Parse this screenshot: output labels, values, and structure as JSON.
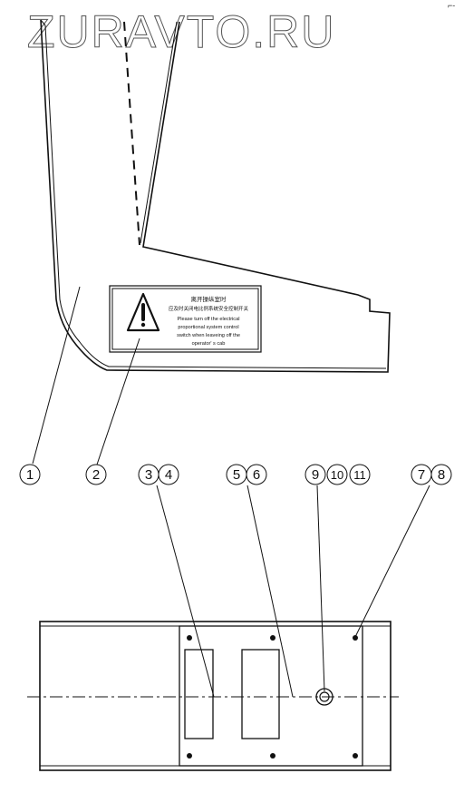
{
  "watermark": "ZURAVTO.RU",
  "corner_mark": "⌐-",
  "warning_label": {
    "chinese_line_1": "离开操纵室时",
    "chinese_line_2": "应及时关闭电比例系统安全控制开关",
    "english_line_1": "Please turn off the electrical",
    "english_line_2": "proportional system control",
    "english_line_3": "switch when leaveing off the",
    "english_line_4": "operator' s cab"
  },
  "callouts": [
    "1",
    "2",
    "3",
    "4",
    "5",
    "6",
    "9",
    "10",
    "11",
    "7",
    "8"
  ]
}
